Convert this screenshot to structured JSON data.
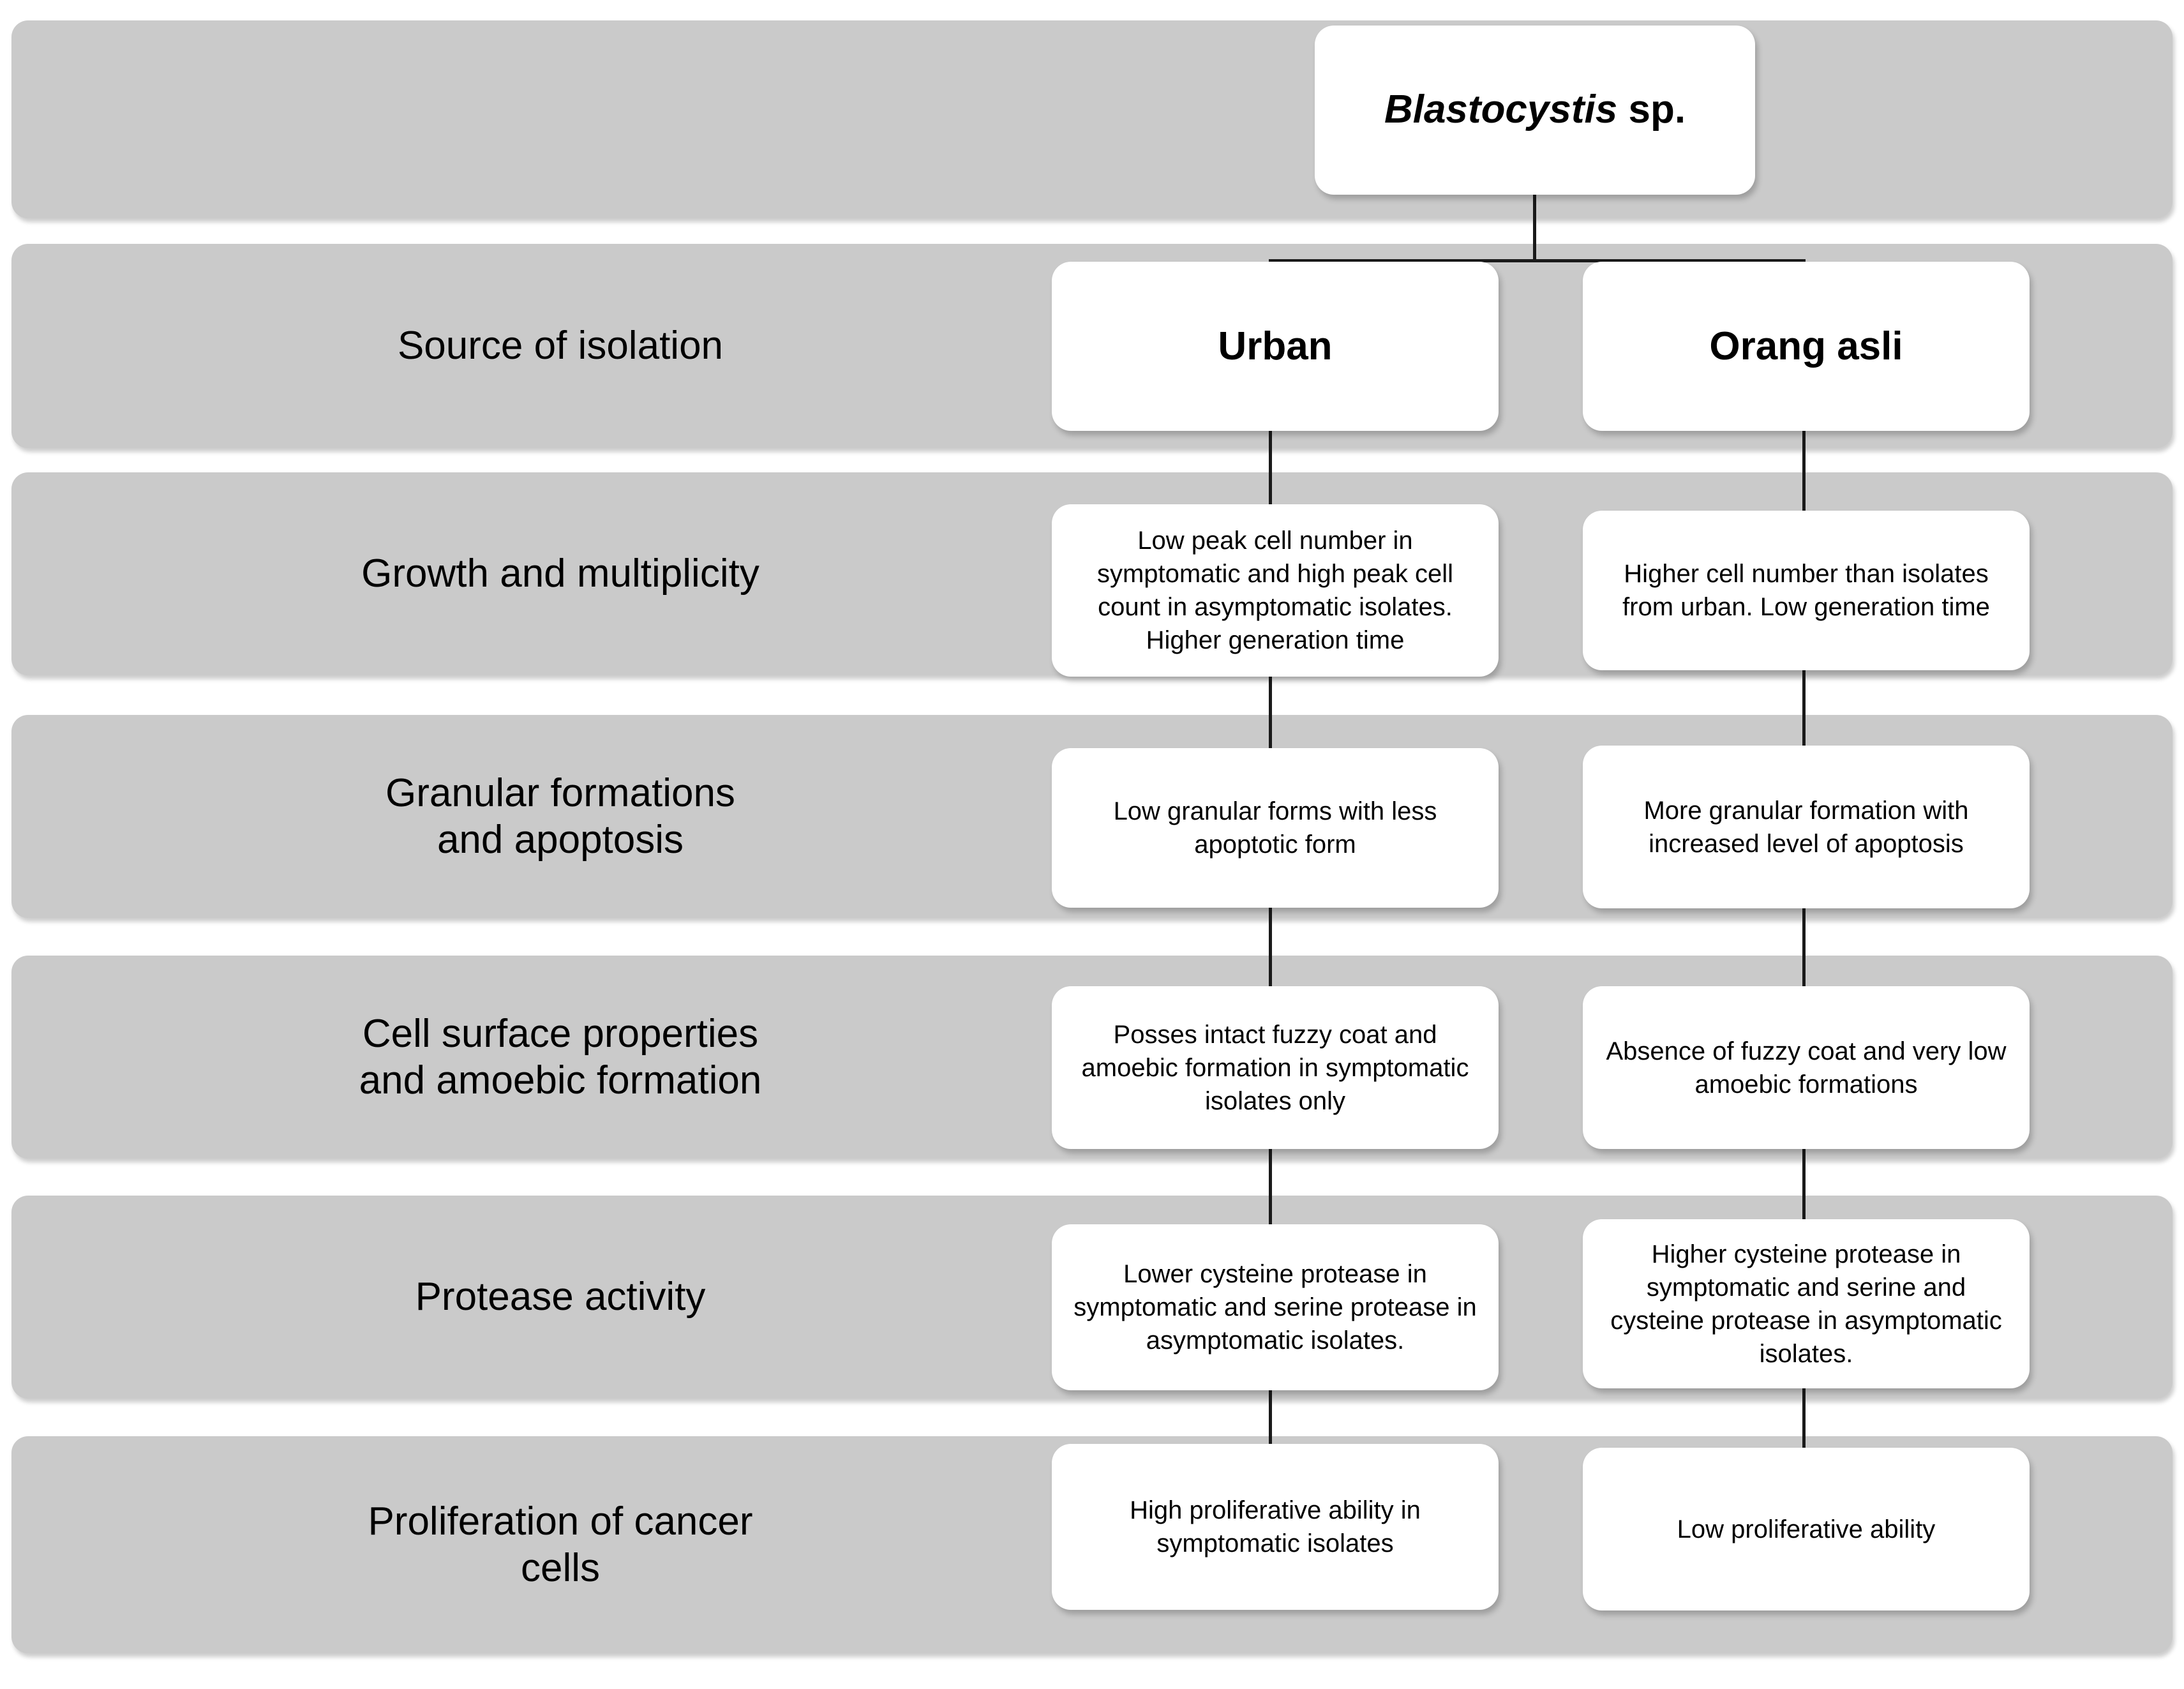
{
  "figure": {
    "title_card": {
      "genus": "Blastocystis",
      "species_suffix": " sp."
    },
    "columns": [
      {
        "key": "urban",
        "label": "Urban"
      },
      {
        "key": "orang_asli",
        "label": "Orang asli"
      }
    ],
    "rows": [
      {
        "key": "source_of_isolation",
        "label": "Source of isolation",
        "urban": "Urban",
        "orang_asli": "Orang asli"
      },
      {
        "key": "growth_and_multiplicity",
        "label": "Growth and multiplicity",
        "urban": "Low peak cell number in symptomatic and high peak cell count in asymptomatic isolates. Higher generation time",
        "orang_asli": "Higher cell number than isolates from urban. Low generation time"
      },
      {
        "key": "granular_formations_and_apoptosis",
        "label": "Granular formations\nand apoptosis",
        "urban": "Low granular forms with less apoptotic form",
        "orang_asli": "More granular formation with increased level of apoptosis"
      },
      {
        "key": "cell_surface_properties_and_amoebic_formation",
        "label": "Cell surface properties\nand amoebic formation",
        "urban": "Posses intact fuzzy coat and amoebic formation in symptomatic isolates only",
        "orang_asli": "Absence of fuzzy coat and very low amoebic formations"
      },
      {
        "key": "protease_activity",
        "label": "Protease activity",
        "urban": "Lower cysteine protease in symptomatic and serine protease in asymptomatic isolates.",
        "orang_asli": "Higher cysteine protease in symptomatic and serine and cysteine  protease in asymptomatic isolates."
      },
      {
        "key": "proliferation_of_cancer_cells",
        "label": "Proliferation of cancer\ncells",
        "urban": "High proliferative ability in symptomatic isolates",
        "orang_asli": "Low proliferative ability"
      }
    ],
    "colors": {
      "band_fill": "#cacaca",
      "card_fill": "#ffffff",
      "text": "#000000",
      "connector": "#1a1a1a",
      "page_background": "#ffffff"
    }
  }
}
